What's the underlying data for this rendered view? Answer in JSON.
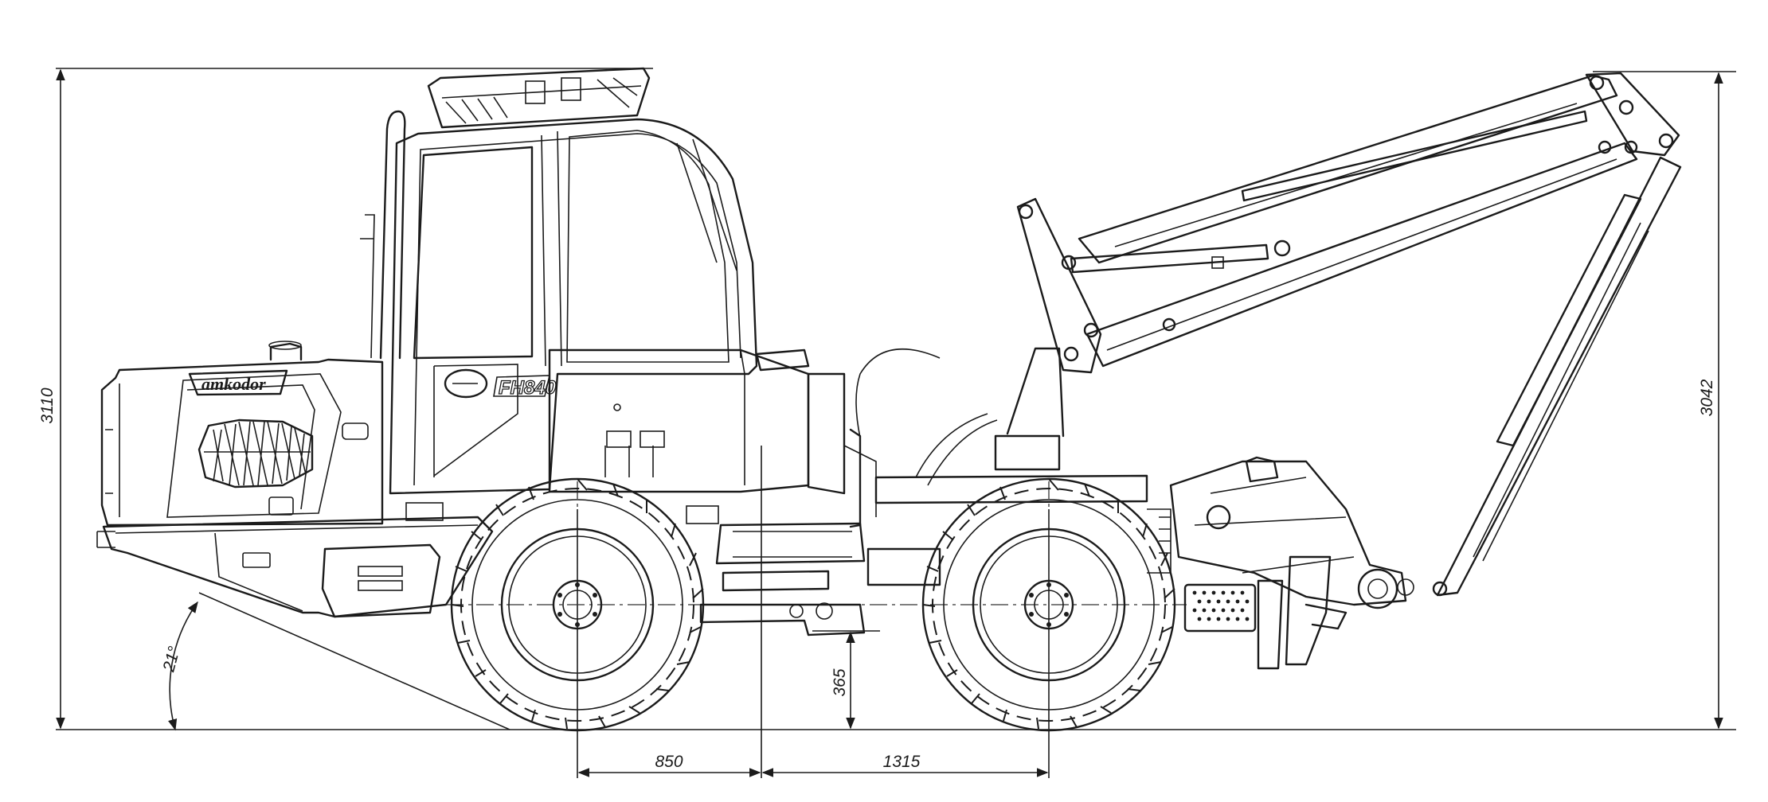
{
  "drawing": {
    "labels": {
      "brand": "amkodor",
      "model": "FH840"
    },
    "dimensions": {
      "overall_height": "3110",
      "boom_height": "3042",
      "ground_clearance": "365",
      "front_axle_offset": "850",
      "rear_axle_offset": "1315",
      "approach_angle": "21°"
    }
  }
}
